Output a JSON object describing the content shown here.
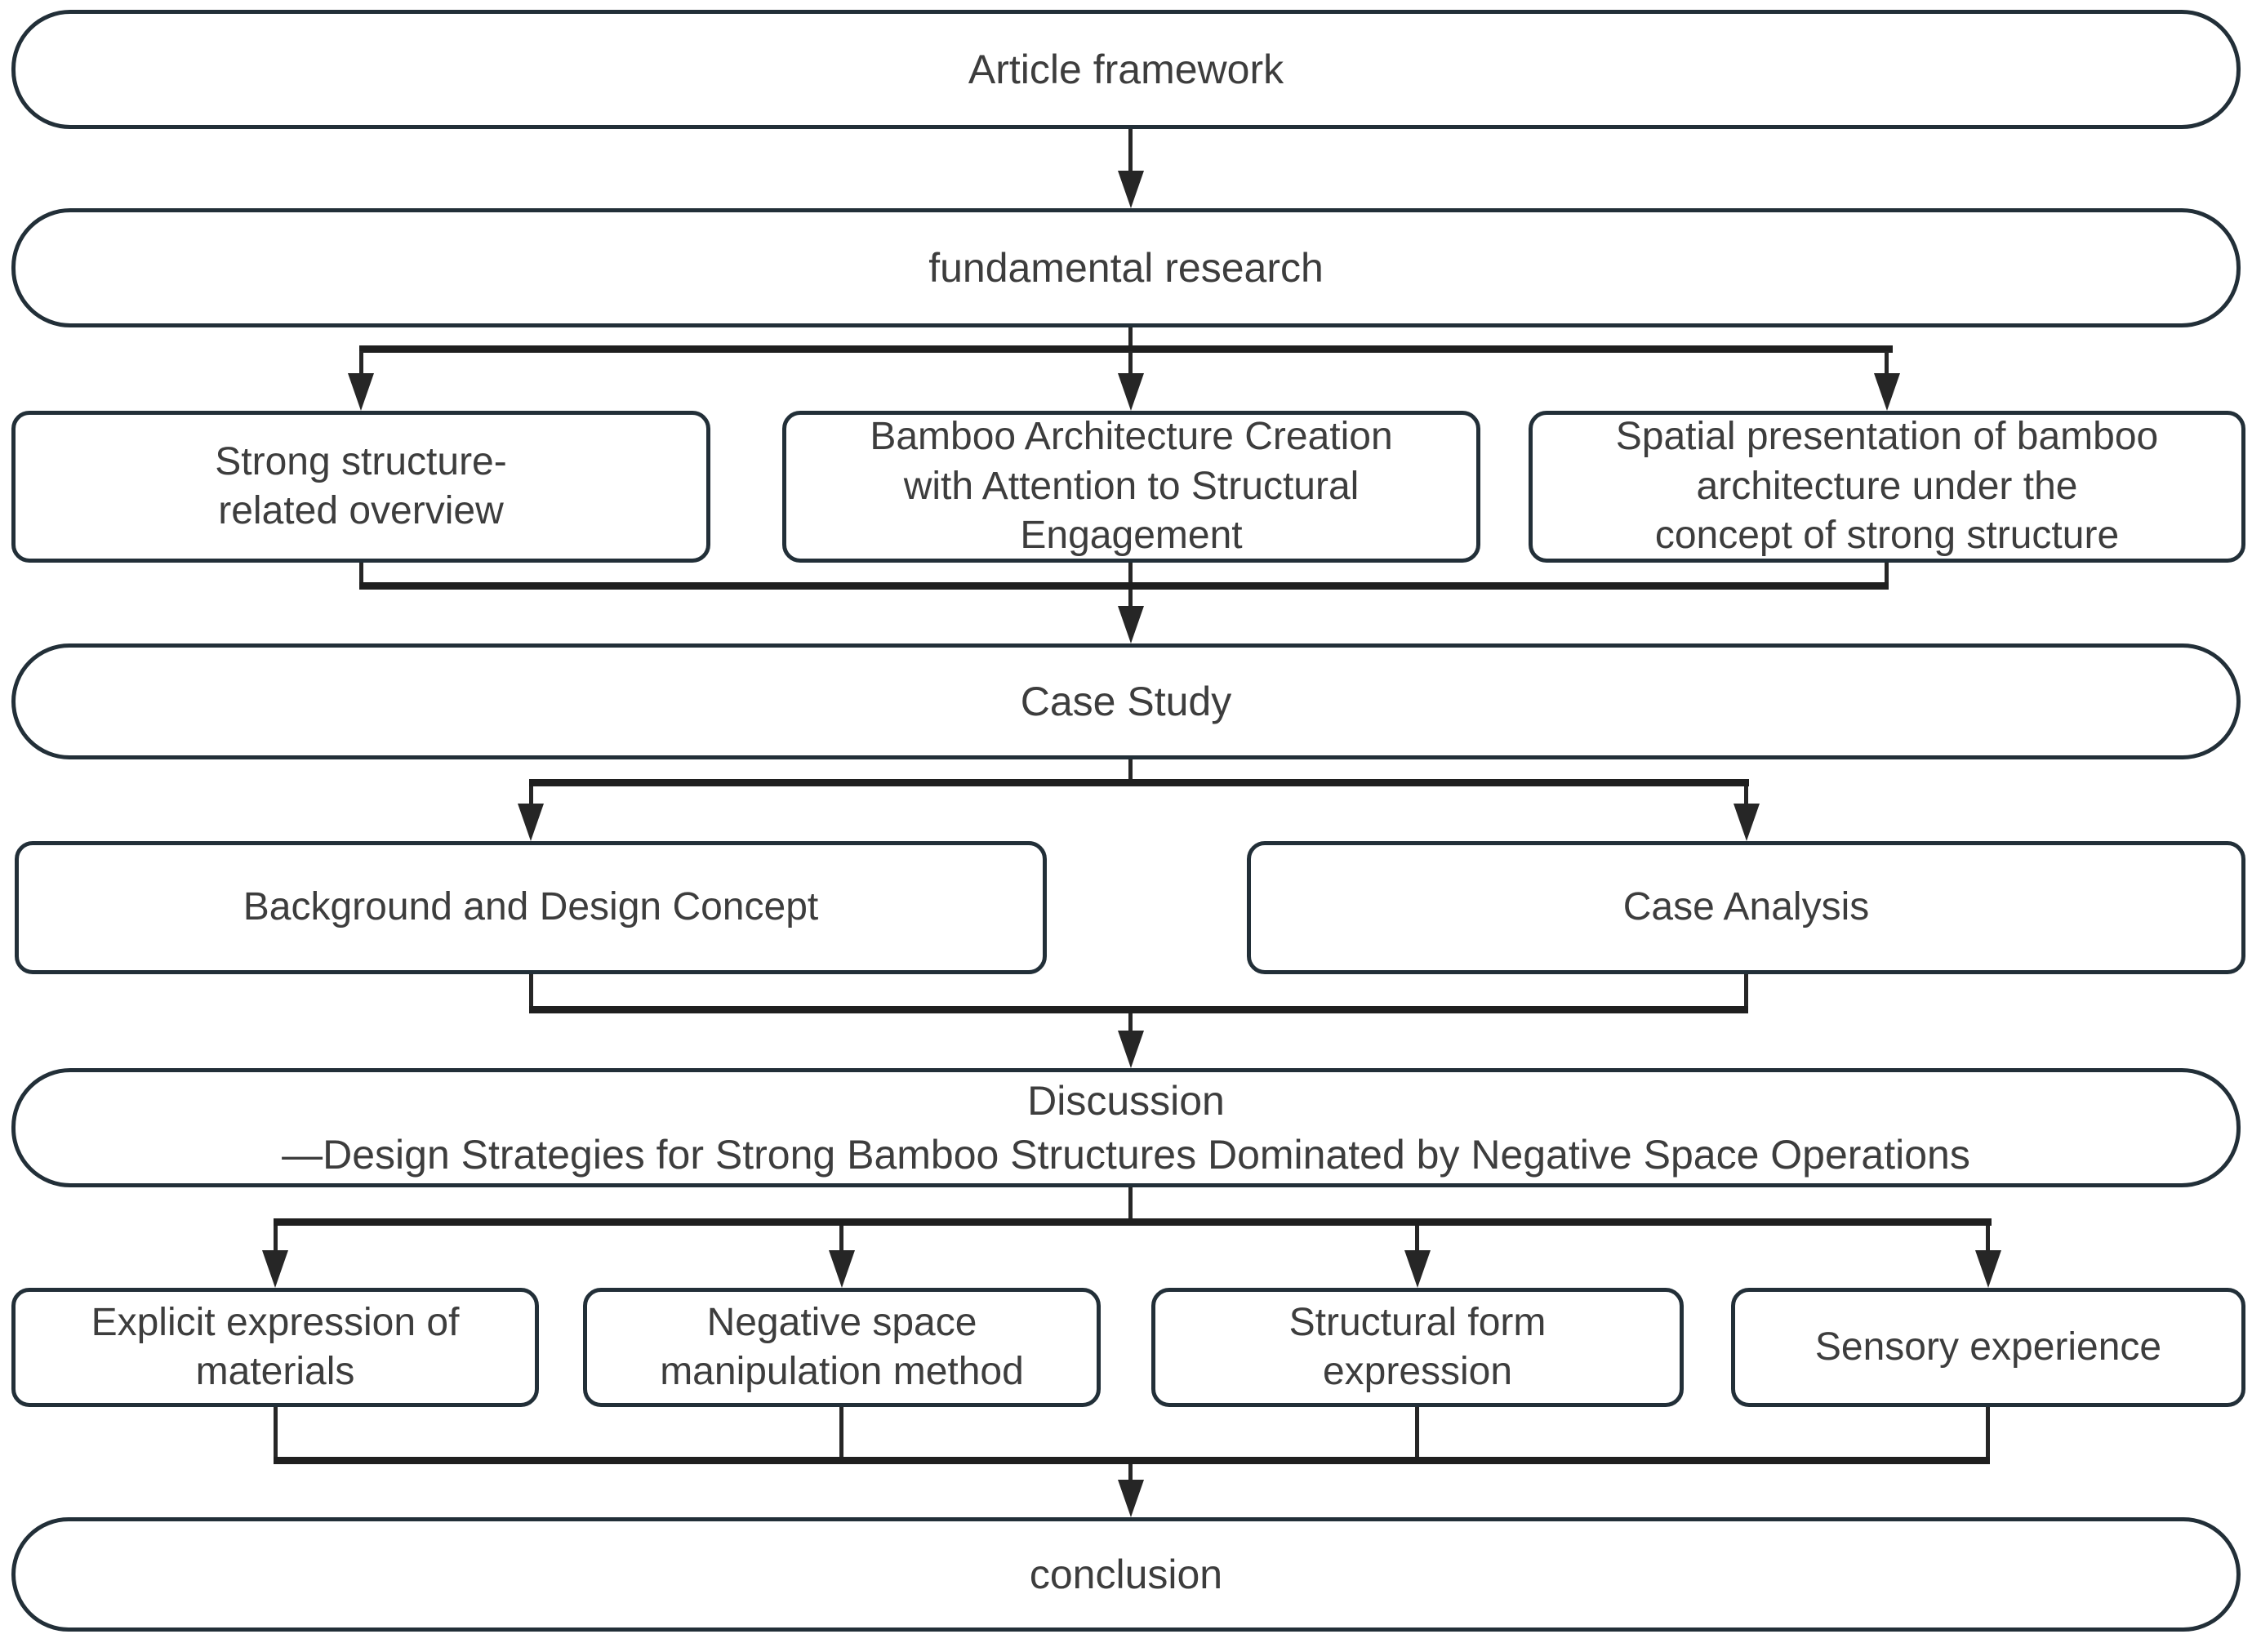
{
  "diagram_title": "Article framework",
  "colors": {
    "border": "#222f38",
    "text": "#3d3d3d",
    "arrow": "#262626",
    "background": "#ffffff"
  },
  "nodes": {
    "article_framework": {
      "label": "Article framework"
    },
    "fundamental_research": {
      "label": "fundamental research"
    },
    "strong_structure_overview": {
      "label": "Strong structure-\nrelated overview"
    },
    "bamboo_architecture_creation": {
      "label": "Bamboo Architecture Creation\nwith Attention to Structural\nEngagement"
    },
    "spatial_presentation": {
      "label": "Spatial presentation of bamboo\narchitecture under the\nconcept of strong structure"
    },
    "case_study": {
      "label": "Case Study"
    },
    "background_design_concept": {
      "label": "Background and Design Concept"
    },
    "case_analysis": {
      "label": "Case Analysis"
    },
    "discussion": {
      "label": "Discussion\n—Design Strategies for Strong Bamboo Structures Dominated by Negative Space Operations"
    },
    "explicit_expression": {
      "label": "Explicit expression of\nmaterials"
    },
    "negative_space_method": {
      "label": "Negative space\nmanipulation method"
    },
    "structural_form_expression": {
      "label": "Structural form\nexpression"
    },
    "sensory_experience": {
      "label": "Sensory experience"
    },
    "conclusion": {
      "label": "conclusion"
    }
  }
}
